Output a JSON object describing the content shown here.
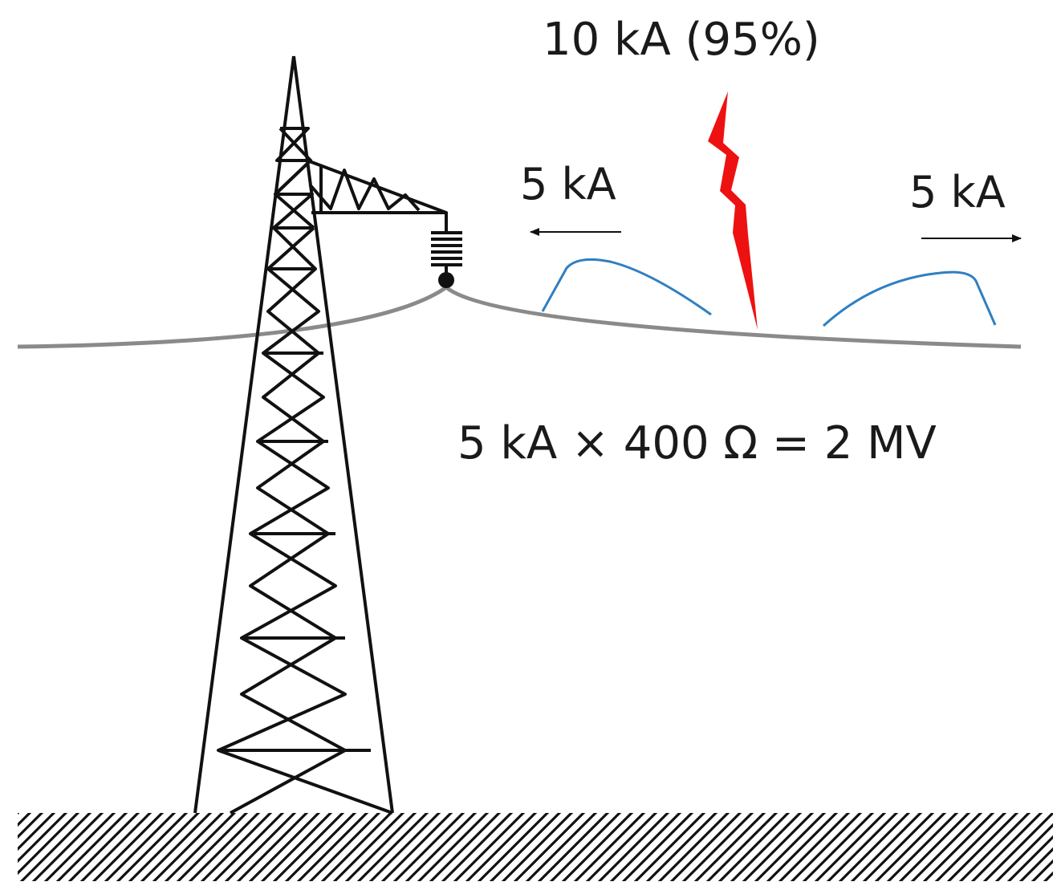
{
  "labels": {
    "strike_current": "10 kA (95%)",
    "left_wave_current": "5 kA",
    "right_wave_current": "5 kA",
    "voltage_equation": "5 kA × 400 Ω = 2 MV"
  },
  "colors": {
    "tower": "#111111",
    "conductor": "#8a8a8a",
    "lightning": "#ee1111",
    "wave": "#2f7fc1",
    "ground_hatch": "#111111",
    "text": "#1a1a1a"
  },
  "icons": {
    "lightning": "lightning-bolt-icon",
    "insulator": "insulator-string-icon",
    "arrow_left": "arrow-left-icon",
    "arrow_right": "arrow-right-icon"
  }
}
